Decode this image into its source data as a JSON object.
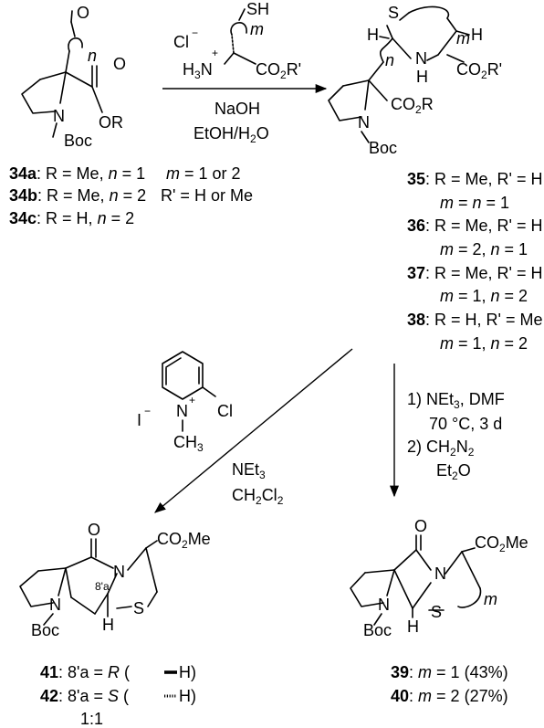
{
  "scheme": {
    "reagents": {
      "top": {
        "salt": {
          "cl": "Cl",
          "minus": "−",
          "h3n": "H3N",
          "plus": "+",
          "sh": "SH",
          "m": "m",
          "co2r": "CO2R'"
        },
        "cond1": "NaOH",
        "cond2": "EtOH/H2O"
      },
      "left": {
        "iodide": "I",
        "minus": "−",
        "n": "N",
        "plus": "+",
        "cl": "Cl",
        "ch3": "CH3",
        "cond1": "NEt3",
        "cond2": "CH2Cl2"
      },
      "right": {
        "step1": "1) NEt3, DMF",
        "step1b": "70 °C, 3 d",
        "step2": "2) CH2N2",
        "step2b": "Et2O"
      }
    },
    "structures": {
      "s34": {
        "atoms": {
          "o": "O",
          "n_loop": "n",
          "ring_n": "N",
          "boc": "Boc",
          "ester_o": "O",
          "or": "OR"
        },
        "labels": [
          {
            "id": "34a",
            "text": ": R = Me, n = 1"
          },
          {
            "id": "34b",
            "text": ": R = Me, n = 2"
          },
          {
            "id": "34c",
            "text": ": R = H, n = 2"
          }
        ],
        "side": [
          "m = 1 or 2",
          "R' = H or Me"
        ]
      },
      "s35": {
        "atoms": {
          "s": "S",
          "m": "m",
          "h1": "H",
          "h2": "H",
          "n_loop": "n",
          "nh_n": "N",
          "nh_h": "H",
          "co2r2": "CO2R'",
          "co2r": "CO2R",
          "ring_n": "N",
          "boc": "Boc"
        },
        "labels": [
          {
            "id": "35",
            "l1": ": R = Me, R' = H",
            "l2": "m = n = 1"
          },
          {
            "id": "36",
            "l1": ": R = Me, R' = H",
            "l2": "m = 2, n = 1"
          },
          {
            "id": "37",
            "l1": ": R = Me, R' = H",
            "l2": "m = 1, n = 2"
          },
          {
            "id": "38",
            "l1": ": R = H, R' = Me",
            "l2": "m = 1, n = 2"
          }
        ]
      },
      "s41": {
        "atoms": {
          "o": "O",
          "co2me": "CO2Me",
          "n1": "N",
          "n2": "N",
          "s": "S",
          "h": "H",
          "loc": "8'a",
          "boc": "Boc"
        },
        "labels": [
          {
            "id": "41",
            "text": ": 8'a = R (",
            "h": "H)"
          },
          {
            "id": "42",
            "text": ": 8'a = S (",
            "h": "H)"
          }
        ],
        "ratio": "1:1"
      },
      "s39": {
        "atoms": {
          "o": "O",
          "co2me": "CO2Me",
          "n1": "N",
          "n2": "N",
          "s": "S",
          "h": "H",
          "m": "m",
          "boc": "Boc"
        },
        "labels": [
          {
            "id": "39",
            "text": ": m = 1 (43%)"
          },
          {
            "id": "40",
            "text": ": m = 2 (27%)"
          }
        ]
      }
    }
  }
}
